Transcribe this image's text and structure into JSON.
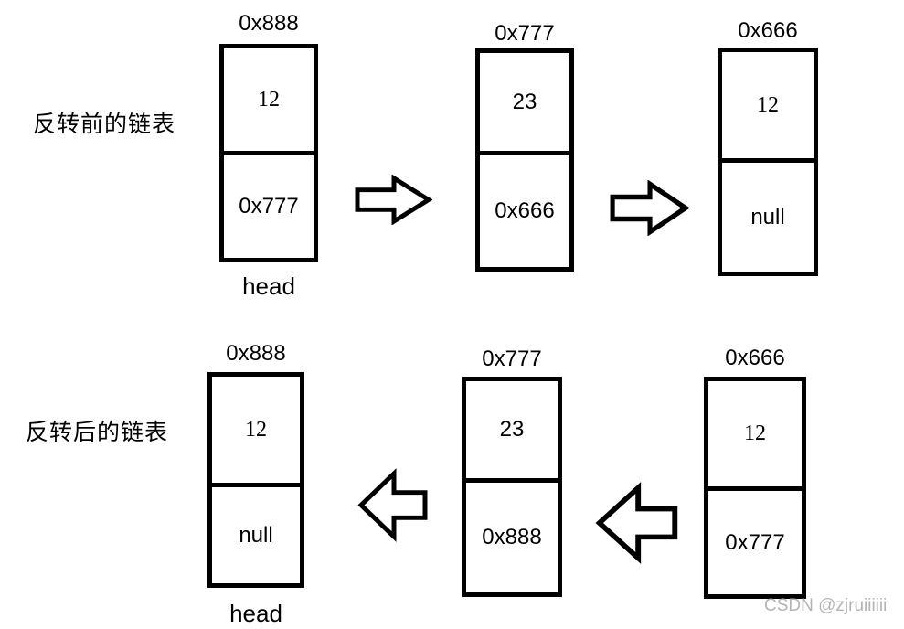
{
  "watermark": "CSDN @zjruiiiiii",
  "colors": {
    "line": "#000000",
    "watermark": "#b4b4b4",
    "background": "#ffffff"
  },
  "before": {
    "label": "反转前的链表",
    "head_label": "head",
    "arrow_direction": "right",
    "nodes": [
      {
        "address": "0x888",
        "value": "12",
        "next": "0x777"
      },
      {
        "address": "0x777",
        "value": "23",
        "next": "0x666"
      },
      {
        "address": "0x666",
        "value": "12",
        "next": "null"
      }
    ]
  },
  "after": {
    "label": "反转后的链表",
    "head_label": "head",
    "arrow_direction": "left",
    "nodes": [
      {
        "address": "0x888",
        "value": "12",
        "next": "null"
      },
      {
        "address": "0x777",
        "value": "23",
        "next": "0x888"
      },
      {
        "address": "0x666",
        "value": "12",
        "next": "0x777"
      }
    ]
  }
}
